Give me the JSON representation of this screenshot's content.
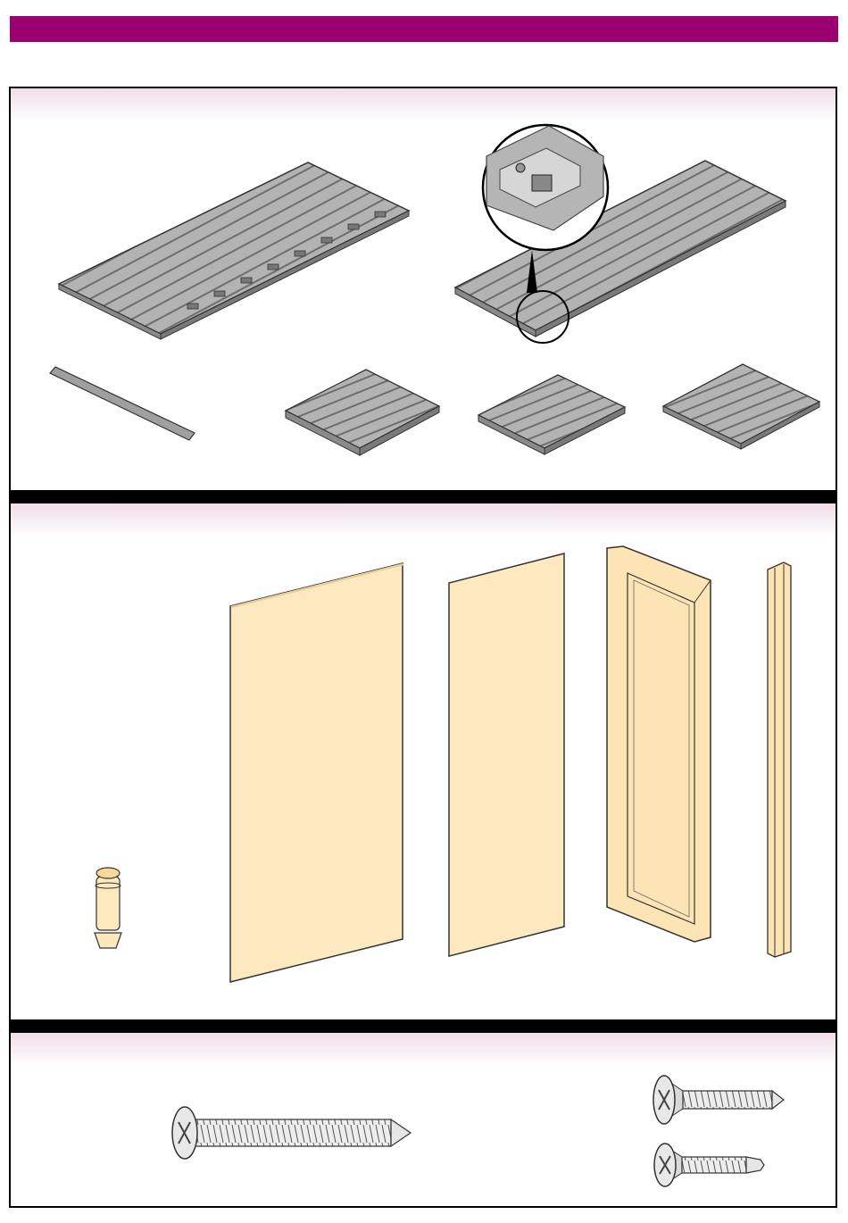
{
  "page": {
    "header_bar_color": "#9a0070",
    "panel_gradient_color": "#f1dde8",
    "panel_tone_color": "#fce9bd",
    "metal_tone_color": "#9c9c9c"
  },
  "panels": [
    {
      "id": "floor-parts",
      "parts": [
        "large-floor-panel",
        "floor-panel-with-detail",
        "metal-strip",
        "small-floor-panel-1",
        "small-floor-panel-2",
        "small-floor-panel-3"
      ]
    },
    {
      "id": "wall-parts",
      "parts": [
        "locking-pin",
        "wide-wall-panel",
        "narrow-wall-panel",
        "corner-column",
        "thin-profile"
      ]
    },
    {
      "id": "screw-parts",
      "parts": [
        "long-pan-head-screw",
        "countersunk-wood-screw",
        "countersunk-self-drilling-screw"
      ]
    }
  ]
}
